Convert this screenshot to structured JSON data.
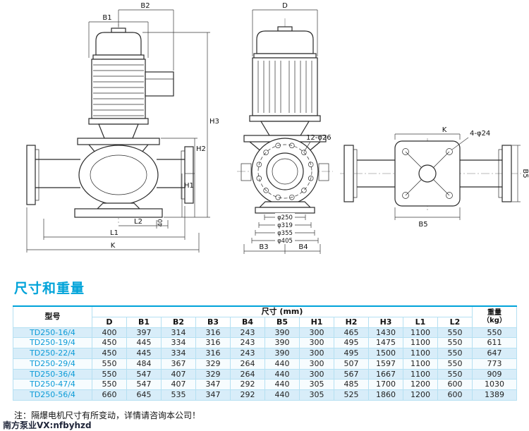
{
  "section": {
    "title": "尺寸和重量"
  },
  "drawing": {
    "side_view": {
      "dim_b2": "B2",
      "dim_b1": "B1",
      "dim_h3": "H3",
      "dim_h2": "H2",
      "dim_h1": "H1",
      "dim_l2": "L2",
      "dim_40": "40",
      "dim_l1": "L1",
      "dim_k": "K"
    },
    "front_view": {
      "dim_d": "D",
      "dim_bolts": "12-φ26",
      "dim_phi250": "φ250",
      "dim_phi319": "φ319",
      "dim_phi355": "φ355",
      "dim_phi405": "φ405",
      "dim_b3": "B3",
      "dim_b4": "B4"
    },
    "top_view": {
      "dim_k": "K",
      "dim_bolts": "4-φ24",
      "dim_b5_right": "B5",
      "dim_b5_bottom": "B5"
    }
  },
  "table": {
    "col_model": "型号",
    "col_dims": "尺寸 (mm)",
    "dim_cols": [
      "D",
      "B1",
      "B2",
      "B3",
      "B4",
      "B5",
      "H1",
      "H2",
      "H3",
      "L1",
      "L2"
    ],
    "col_weight_line1": "重量",
    "col_weight_line2": "（kg）",
    "rows": [
      {
        "model": "TD250-16/4",
        "values": [
          400,
          397,
          314,
          316,
          243,
          390,
          300,
          465,
          1430,
          1100,
          550
        ],
        "weight": 550
      },
      {
        "model": "TD250-19/4",
        "values": [
          450,
          445,
          334,
          316,
          243,
          390,
          300,
          495,
          1475,
          1100,
          550
        ],
        "weight": 611
      },
      {
        "model": "TD250-22/4",
        "values": [
          450,
          445,
          334,
          316,
          243,
          390,
          300,
          495,
          1500,
          1100,
          550
        ],
        "weight": 647
      },
      {
        "model": "TD250-29/4",
        "values": [
          550,
          484,
          367,
          329,
          264,
          440,
          300,
          507,
          1597,
          1100,
          550
        ],
        "weight": 773
      },
      {
        "model": "TD250-36/4",
        "values": [
          550,
          547,
          407,
          329,
          264,
          440,
          300,
          567,
          1667,
          1100,
          550
        ],
        "weight": 909
      },
      {
        "model": "TD250-47/4",
        "values": [
          550,
          547,
          407,
          347,
          292,
          440,
          305,
          485,
          1700,
          1200,
          600
        ],
        "weight": 1030
      },
      {
        "model": "TD250-56/4",
        "values": [
          660,
          645,
          535,
          347,
          292,
          440,
          305,
          525,
          1860,
          1200,
          600
        ],
        "weight": 1389
      }
    ]
  },
  "footer": {
    "note": "注：隔爆电机尺寸有所变动，详情请咨询本公司！",
    "watermark": "南方泵业VX:nfbyhzd"
  },
  "colors": {
    "accent": "#00a3d9",
    "model_text": "#0b9bd7",
    "row_alt": "#d8edf9",
    "table_border": "#b5e0f2",
    "line_color": "#2a2a2a"
  }
}
